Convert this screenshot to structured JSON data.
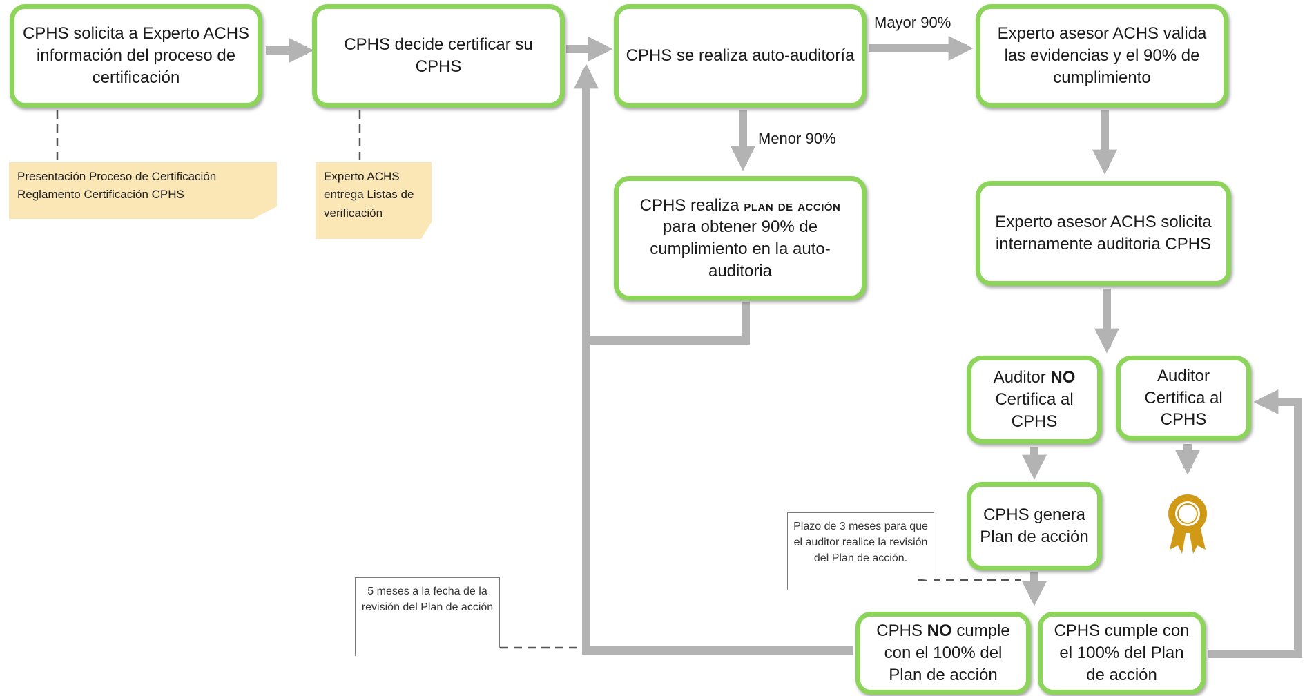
{
  "boxes": {
    "solicita": "CPHS solicita a Experto ACHS información del proceso de certificación",
    "decide": "CPHS decide certificar su CPHS",
    "autoauditoria": "CPHS se realiza auto-auditoría",
    "valida": "Experto asesor ACHS valida las evidencias y el 90% de cumplimiento",
    "plan_prefix": "CPHS realiza ",
    "plan_sc": "plan de acción",
    "plan_suffix": " para obtener 90% de cumplimiento en la auto-auditoria",
    "solicita_auditoria": "Experto asesor ACHS solicita internamente auditoria CPHS",
    "no_certifica_a": "Auditor ",
    "no_certifica_b": "NO",
    "no_certifica_c": "Certifica al CPHS",
    "certifica": "Auditor Certifica al CPHS",
    "genera_plan": "CPHS genera Plan de acción",
    "no_cumple_a": "CPHS ",
    "no_cumple_b": "NO",
    "no_cumple_c": " cumple con el 100% del Plan de acción",
    "cumple": "CPHS cumple con el 100% del Plan de acción"
  },
  "labels": {
    "mayor": "Mayor 90%",
    "menor": "Menor 90%"
  },
  "notes": {
    "presentacion_1": "Presentación Proceso de Certificación",
    "presentacion_2": "Reglamento  Certificación CPHS",
    "listas": "Experto ACHS entrega Listas de verificación",
    "plazo": "Plazo de 3 meses para que el auditor realice la revisión del Plan de acción.",
    "cinco_meses": "5 meses a la fecha de la revisión del Plan de acción"
  },
  "colors": {
    "box_border": "#8cd55a",
    "arrow": "#b3b3b3",
    "note_yellow": "#fbe7b6",
    "medal": "#d19a16"
  },
  "icons": {
    "certificate": "award-ribbon-icon"
  }
}
